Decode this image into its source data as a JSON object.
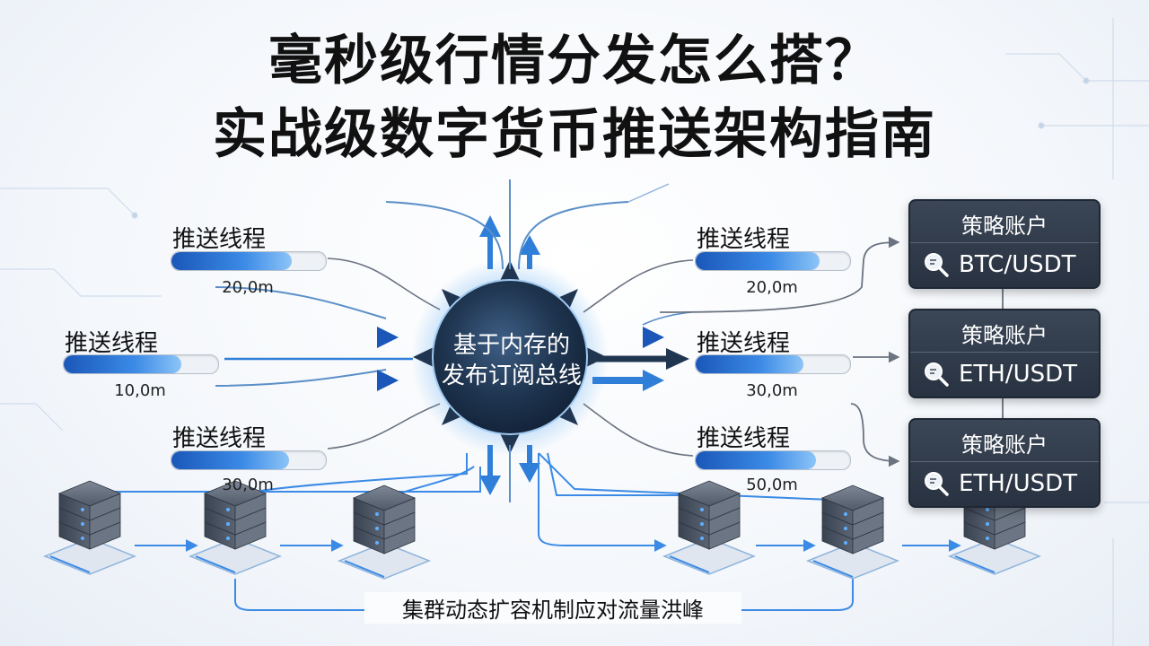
{
  "title": {
    "line1": "毫秒级行情分发怎么搭？",
    "line2": "实战级数字货币推送架构指南"
  },
  "hub": {
    "line1": "基于内存的",
    "line2": "发布订阅总线"
  },
  "threads_left": [
    {
      "label": "推送线程",
      "latency": "20,0m",
      "progress": 0.78
    },
    {
      "label": "推送线程",
      "latency": "10,0m",
      "progress": 0.76
    },
    {
      "label": "推送线程",
      "latency": "30,0m",
      "progress": 0.76
    }
  ],
  "threads_right": [
    {
      "label": "推送线程",
      "latency": "20,0m",
      "progress": 0.8
    },
    {
      "label": "推送线程",
      "latency": "30,0m",
      "progress": 0.7
    },
    {
      "label": "推送线程",
      "latency": "50,0m",
      "progress": 0.78
    }
  ],
  "accounts": [
    {
      "title": "策略账户",
      "pair": "BTC/USDT",
      "icon": "search-icon"
    },
    {
      "title": "策略账户",
      "pair": "ETH/USDT",
      "icon": "search-icon"
    },
    {
      "title": "策略账户",
      "pair": "ETH/USDT",
      "icon": "search-icon"
    }
  ],
  "caption": "集群动态扩容机制应对流量洪峰",
  "colors": {
    "accent": "#2f7fd8",
    "accent_dark": "#1a57b8",
    "hub": "#1f3550",
    "account_bg": "#2f3a4a",
    "line": "#4d9be6",
    "gray_line": "#6b7380"
  }
}
